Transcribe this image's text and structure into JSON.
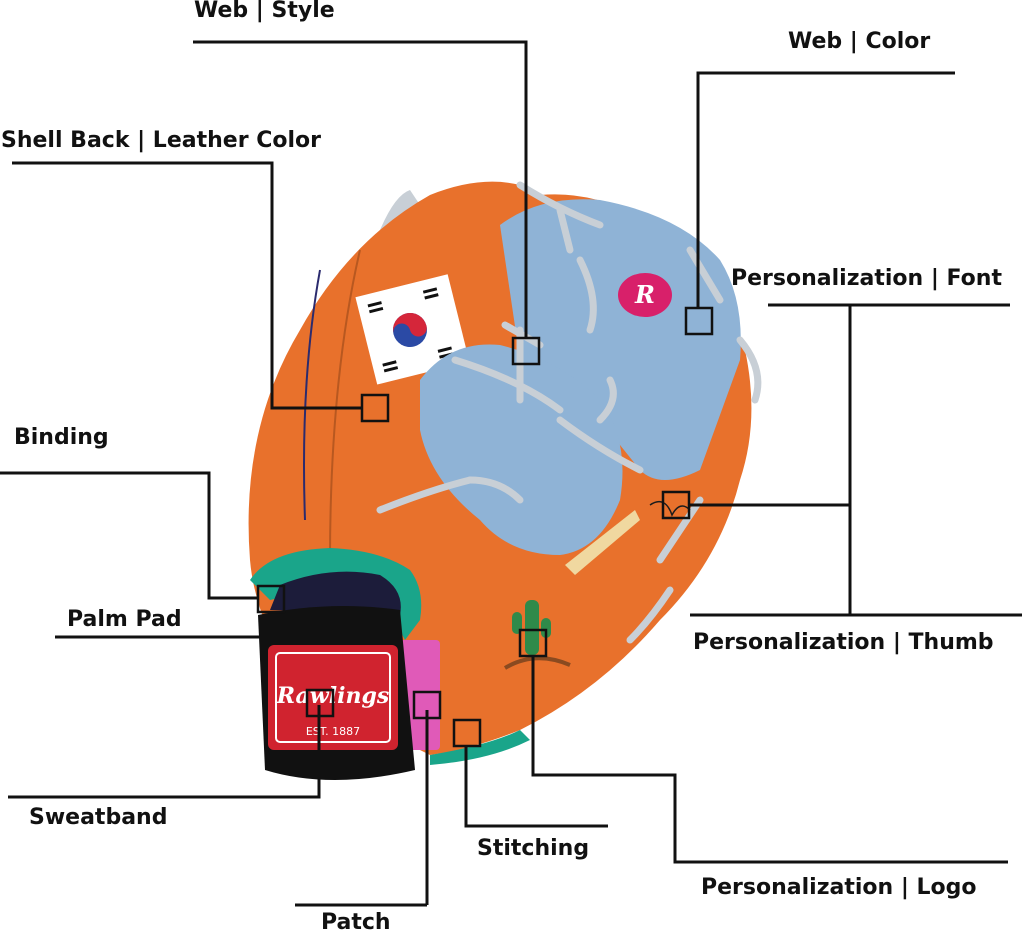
{
  "labels": {
    "web_style": "Web | Style",
    "web_color": "Web | Color",
    "shell_back": "Shell Back | Leather Color",
    "personalization_font": "Personalization | Font",
    "binding": "Binding",
    "palm_pad": "Palm Pad",
    "personalization_thumb": "Personalization | Thumb",
    "sweatband": "Sweatband",
    "stitching": "Stitching",
    "personalization_logo": "Personalization | Logo",
    "patch": "Patch"
  },
  "glove_text": {
    "brand": "Rawlings",
    "est": "EST. 1887",
    "web_logo": "R"
  },
  "colors": {
    "shell": "#e8712c",
    "web": "#8fb3d6",
    "lace": "#c8cfd6",
    "binding": "#1aa58a",
    "sweatband": "#111111",
    "patch_red": "#d0232f",
    "patch_pink": "#e05ab8",
    "logo_pink": "#d8206a",
    "cactus": "#2f8a4a"
  }
}
